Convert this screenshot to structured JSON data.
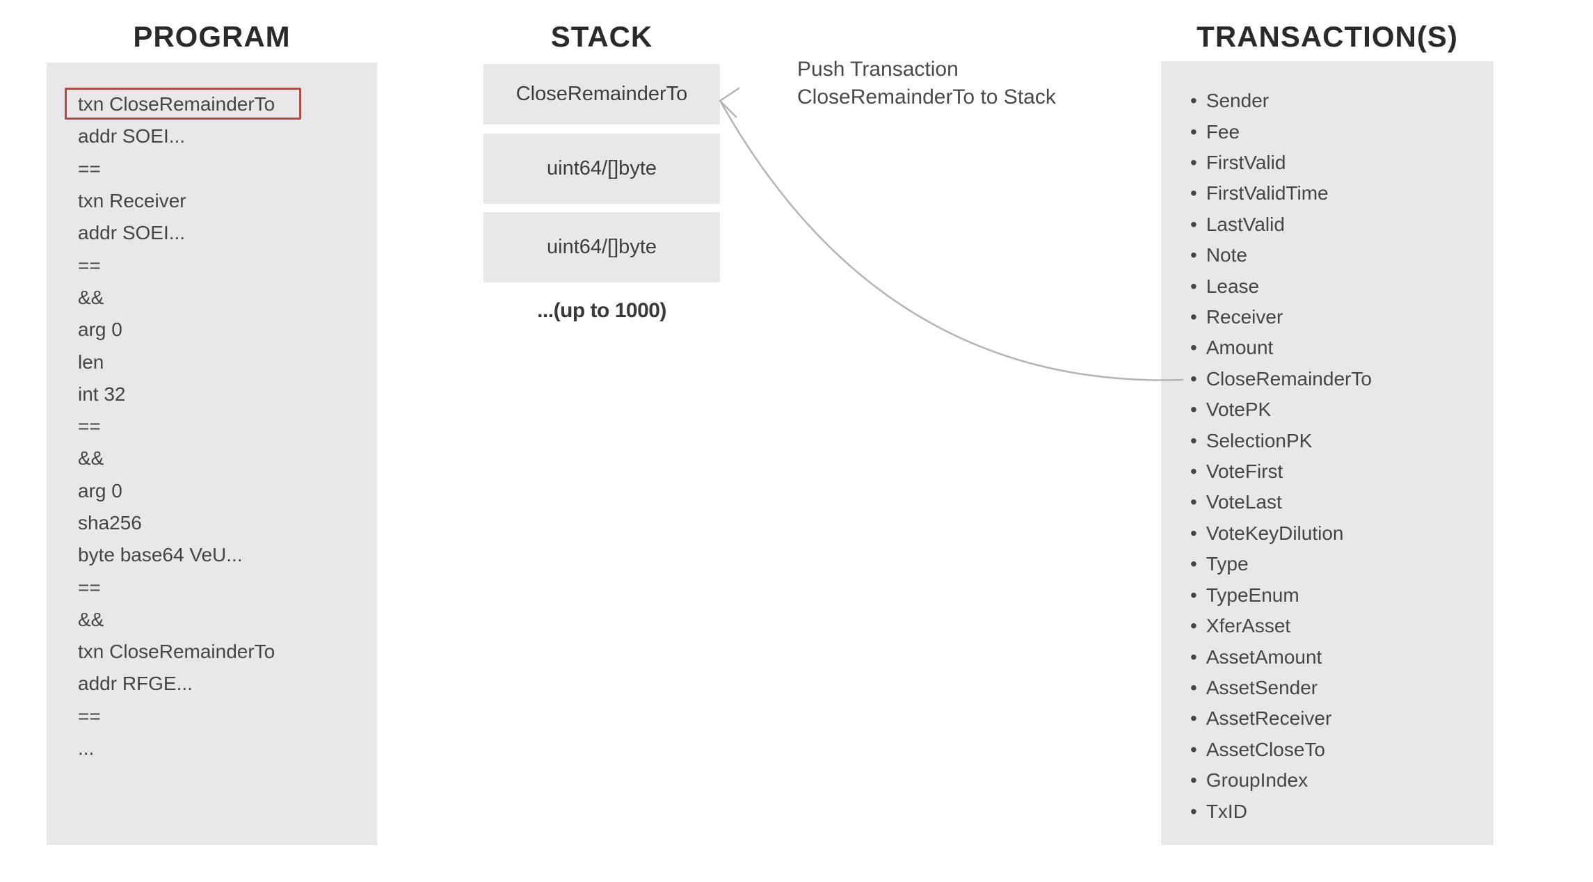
{
  "diagram": {
    "program": {
      "title": "PROGRAM",
      "lines": [
        "txn CloseRemainderTo",
        "addr SOEI...",
        "==",
        "txn Receiver",
        "addr SOEI...",
        "==",
        "&&",
        "arg 0",
        "len",
        "int 32",
        "==",
        "&&",
        "arg 0",
        "sha256",
        "byte base64 VeU...",
        "==",
        "&&",
        "txn CloseRemainderTo",
        "addr RFGE...",
        "==",
        "..."
      ],
      "highlighted_line": "txn CloseRemainderTo"
    },
    "stack": {
      "title": "STACK",
      "boxes": [
        "CloseRemainderTo",
        "uint64/[]byte",
        "uint64/[]byte"
      ],
      "capacity_note": "...(up to 1000)"
    },
    "transactions": {
      "title": "TRANSACTION(S)",
      "fields": [
        "Sender",
        "Fee",
        "FirstValid",
        "FirstValidTime",
        "LastValid",
        "Note",
        "Lease",
        "Receiver",
        "Amount",
        "CloseRemainderTo",
        "VotePK",
        "SelectionPK",
        "VoteFirst",
        "VoteLast",
        "VoteKeyDilution",
        "Type",
        "TypeEnum",
        "XferAsset",
        "AssetAmount",
        "AssetSender",
        "AssetReceiver",
        "AssetCloseTo",
        "GroupIndex",
        "TxID"
      ]
    },
    "annotation": {
      "line1": "Push Transaction",
      "line2": "CloseRemainderTo to Stack"
    },
    "colors": {
      "panel_gray": "#e8e8ea",
      "text_dark": "#454548",
      "heading": "#2a2a2d",
      "highlight_red": "#b44b43",
      "arrow_gray": "#b4b4b7"
    }
  }
}
